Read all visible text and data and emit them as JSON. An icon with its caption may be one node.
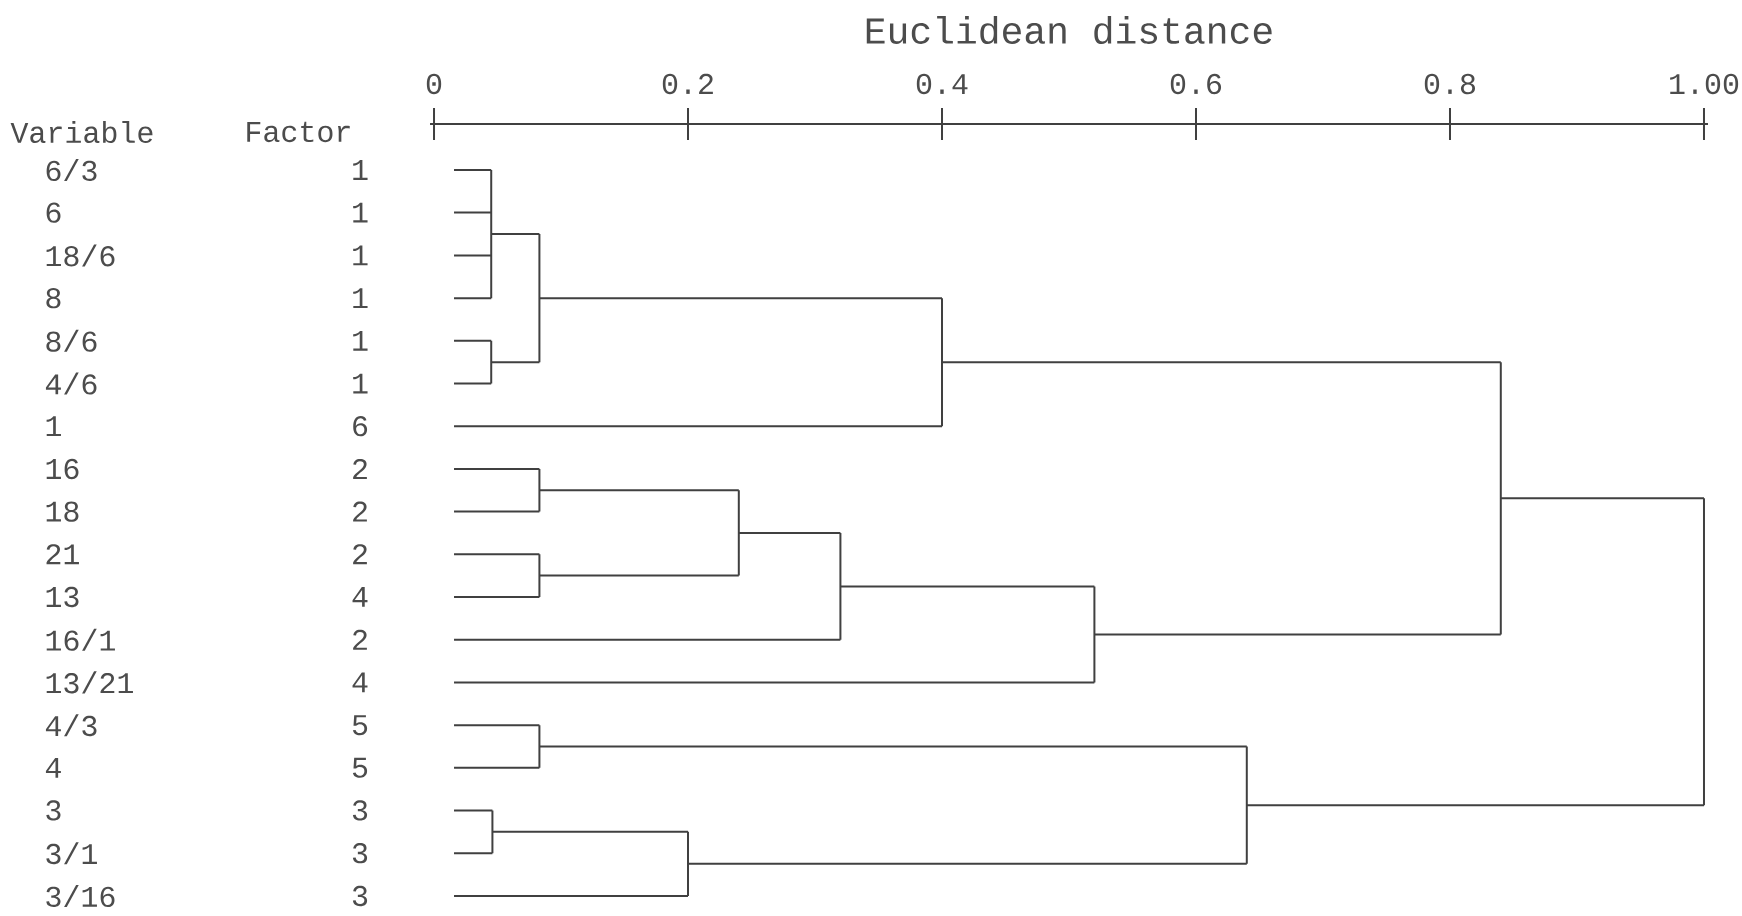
{
  "diagram": {
    "title": "Euclidean distance",
    "labels": [
      "0",
      "0.2",
      "0.4",
      "0.6",
      "0.8",
      "1.00",
      "Variable",
      "Factor",
      "6/3",
      "1",
      "6",
      "1",
      "18/6",
      "1",
      "8",
      "1",
      "8/6",
      "1",
      "4/6",
      "1",
      "1",
      "6",
      "16",
      "2",
      "18",
      "2",
      "21",
      "2",
      "13",
      "4",
      "16/1",
      "2",
      "13/21",
      "4",
      "4/3",
      "5",
      "4",
      "5",
      "3",
      "3",
      "3/1",
      "3",
      "3/16",
      "3"
    ]
  }
}
